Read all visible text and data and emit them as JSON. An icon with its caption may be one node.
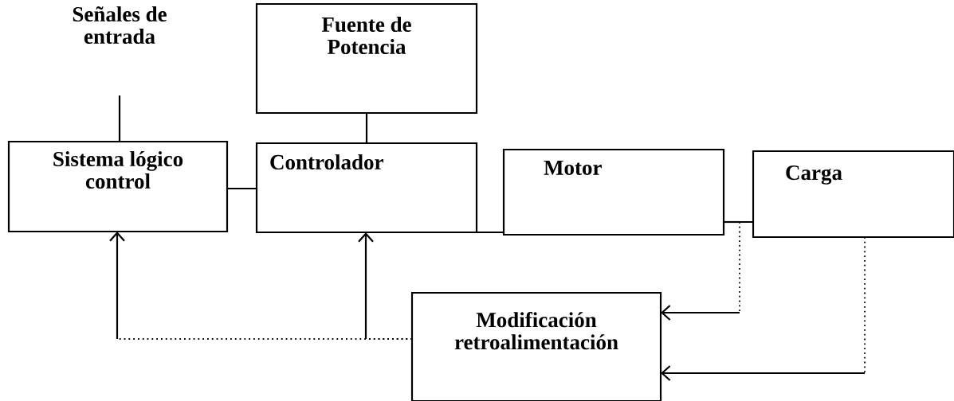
{
  "diagram": {
    "nodes": [
      {
        "text": [
          "Señales de entrada"
        ]
      },
      {
        "text": [
          "Fuente de Potencia"
        ]
      },
      {
        "text": [
          "Sistema lógico control"
        ]
      },
      {
        "text": [
          "Controlador"
        ]
      },
      {
        "text": [
          "Motor"
        ]
      },
      {
        "text": [
          "Carga"
        ]
      },
      {
        "text": [
          "Modificación retroalimentación"
        ]
      }
    ],
    "edges": [
      {
        "from": 0,
        "to": 2,
        "arrow": "none"
      },
      {
        "from": 1,
        "to": 3,
        "arrow": "none"
      },
      {
        "from": 2,
        "to": 3,
        "arrow": "none"
      },
      {
        "from": 3,
        "to": 4,
        "arrow": "none"
      },
      {
        "from": 4,
        "to": 5,
        "arrow": "none"
      },
      {
        "from": 4,
        "to": 6,
        "arrow": "to",
        "style": "dashed"
      },
      {
        "from": 5,
        "to": 6,
        "arrow": "to"
      },
      {
        "from": 6,
        "to": 3,
        "arrow": "to"
      },
      {
        "from": 6,
        "to": 2,
        "arrow": "to",
        "style": "dashed"
      }
    ]
  }
}
